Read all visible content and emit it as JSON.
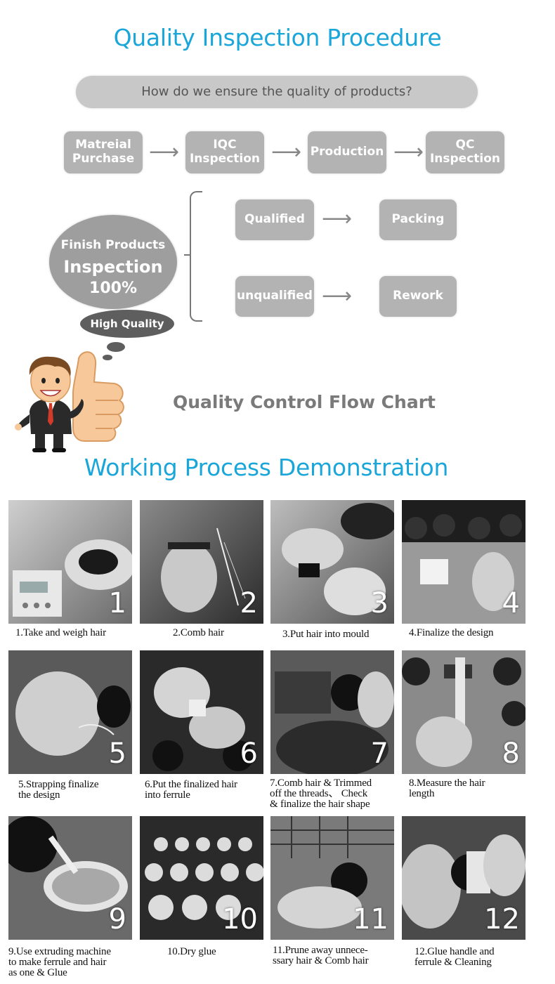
{
  "titles": {
    "quality": "Quality Inspection Procedure",
    "working": "Working Process Demonstration"
  },
  "question": "How do we ensure the quality of products?",
  "steps": [
    {
      "label": "Matreial\nPurchase"
    },
    {
      "label": "IQC\nInspection"
    },
    {
      "label": "Production"
    },
    {
      "label": "QC\nInspection"
    }
  ],
  "inspection": {
    "line1": "Finish Products",
    "line2": "Inspection",
    "line3": "100%"
  },
  "high_quality": "High Quality",
  "results": {
    "qualified": "Qualified",
    "packing": "Packing",
    "unqualified": "unqualified",
    "rework": "Rework"
  },
  "arrow_glyph": "⟶",
  "flowchart_caption": "Quality Control Flow Chart",
  "process": [
    {
      "number": "1",
      "caption": "1.Take and weigh hair"
    },
    {
      "number": "2",
      "caption": "2.Comb hair"
    },
    {
      "number": "3",
      "caption": "3.Put hair into mould"
    },
    {
      "number": "4",
      "caption": "4.Finalize the design"
    },
    {
      "number": "5",
      "caption": "5.Strapping finalize\nthe design"
    },
    {
      "number": "6",
      "caption": "6.Put the finalized hair\ninto ferrule"
    },
    {
      "number": "7",
      "caption": "7.Comb hair & Trimmed\noff the threads、 Check\n& finalize the hair shape"
    },
    {
      "number": "8",
      "caption": "8.Measure the hair\nlength"
    },
    {
      "number": "9",
      "caption": "9.Use extruding machine\nto make ferrule and hair\nas one & Glue"
    },
    {
      "number": "10",
      "caption": "10.Dry glue"
    },
    {
      "number": "11",
      "caption": "11.Prune away unnece-\nssary hair & Comb hair"
    },
    {
      "number": "12",
      "caption": "12.Glue handle and\nferrule & Cleaning"
    }
  ],
  "colors": {
    "heading": "#1ba6d9",
    "box": "#b3b3b3",
    "high_quality": "#5e5e5e",
    "caption": "#7a7a7a"
  }
}
